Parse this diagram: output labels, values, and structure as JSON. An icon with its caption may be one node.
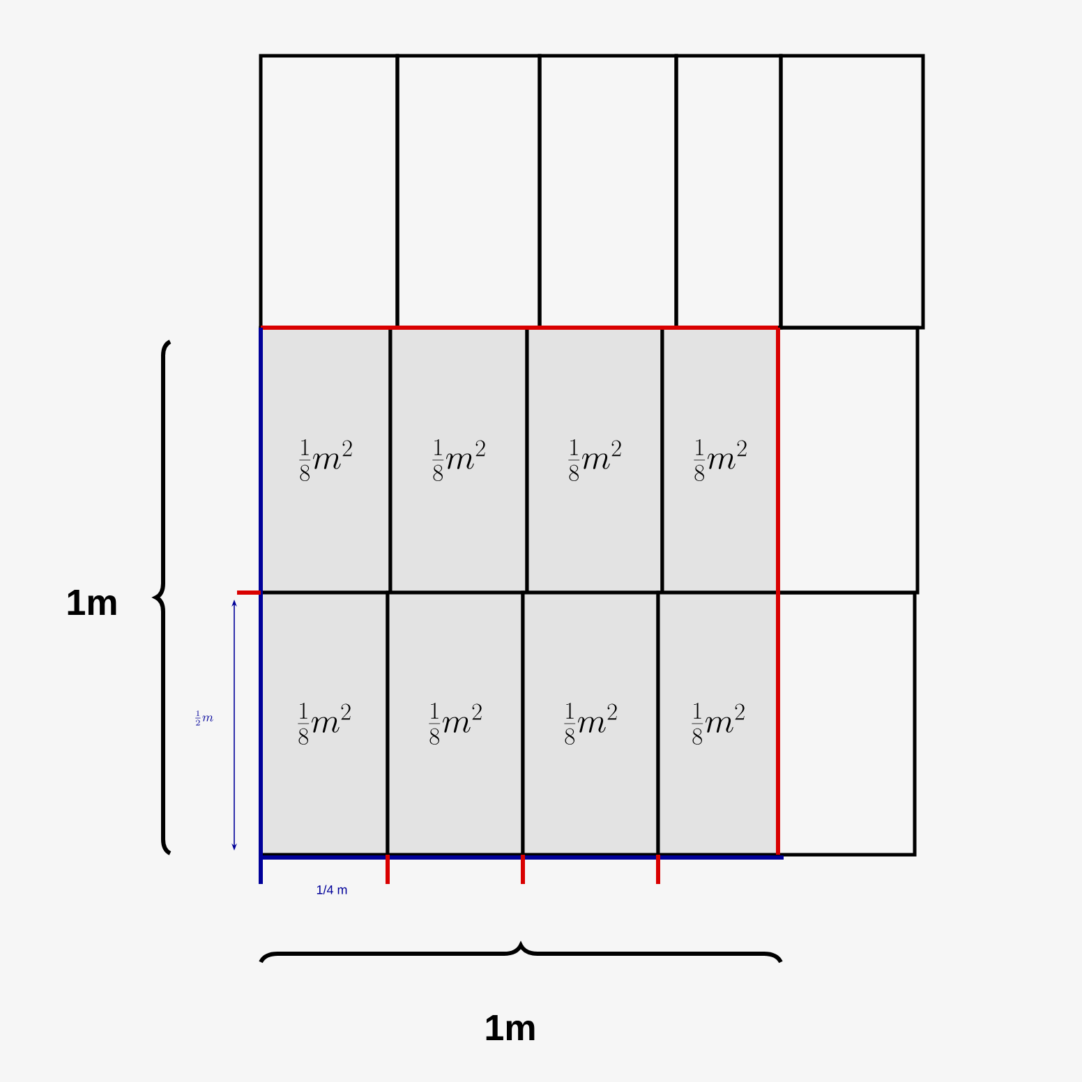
{
  "diagram": {
    "nodes": [
      {
        "text": [],
        "shape": "box"
      },
      {
        "text": [],
        "shape": "box"
      },
      {
        "text": [],
        "shape": "box"
      },
      {
        "text": [],
        "shape": "box"
      },
      {
        "text": [],
        "shape": "box"
      },
      {
        "text": [
          "\\frac{1}{8}m^2"
        ]
      },
      {
        "text": [
          "\\frac{1}{8}m^2"
        ]
      },
      {
        "text": [
          "\\frac{1}{8}m^2"
        ]
      },
      {
        "text": [
          "\\frac{1}{8}m^2"
        ]
      },
      {
        "text": [],
        "shape": "box"
      },
      {
        "text": [
          "\\frac{1}{8}m^2"
        ]
      },
      {
        "text": [
          "\\frac{1}{8}m^2"
        ]
      },
      {
        "text": [
          "\\frac{1}{8}m^2"
        ]
      },
      {
        "text": [
          "\\frac{1}{8}m^2"
        ]
      },
      {
        "text": [],
        "shape": "box"
      }
    ],
    "labels": [
      "1m",
      "\\frac{1}{2}m",
      "1/4 m",
      "1m"
    ]
  }
}
